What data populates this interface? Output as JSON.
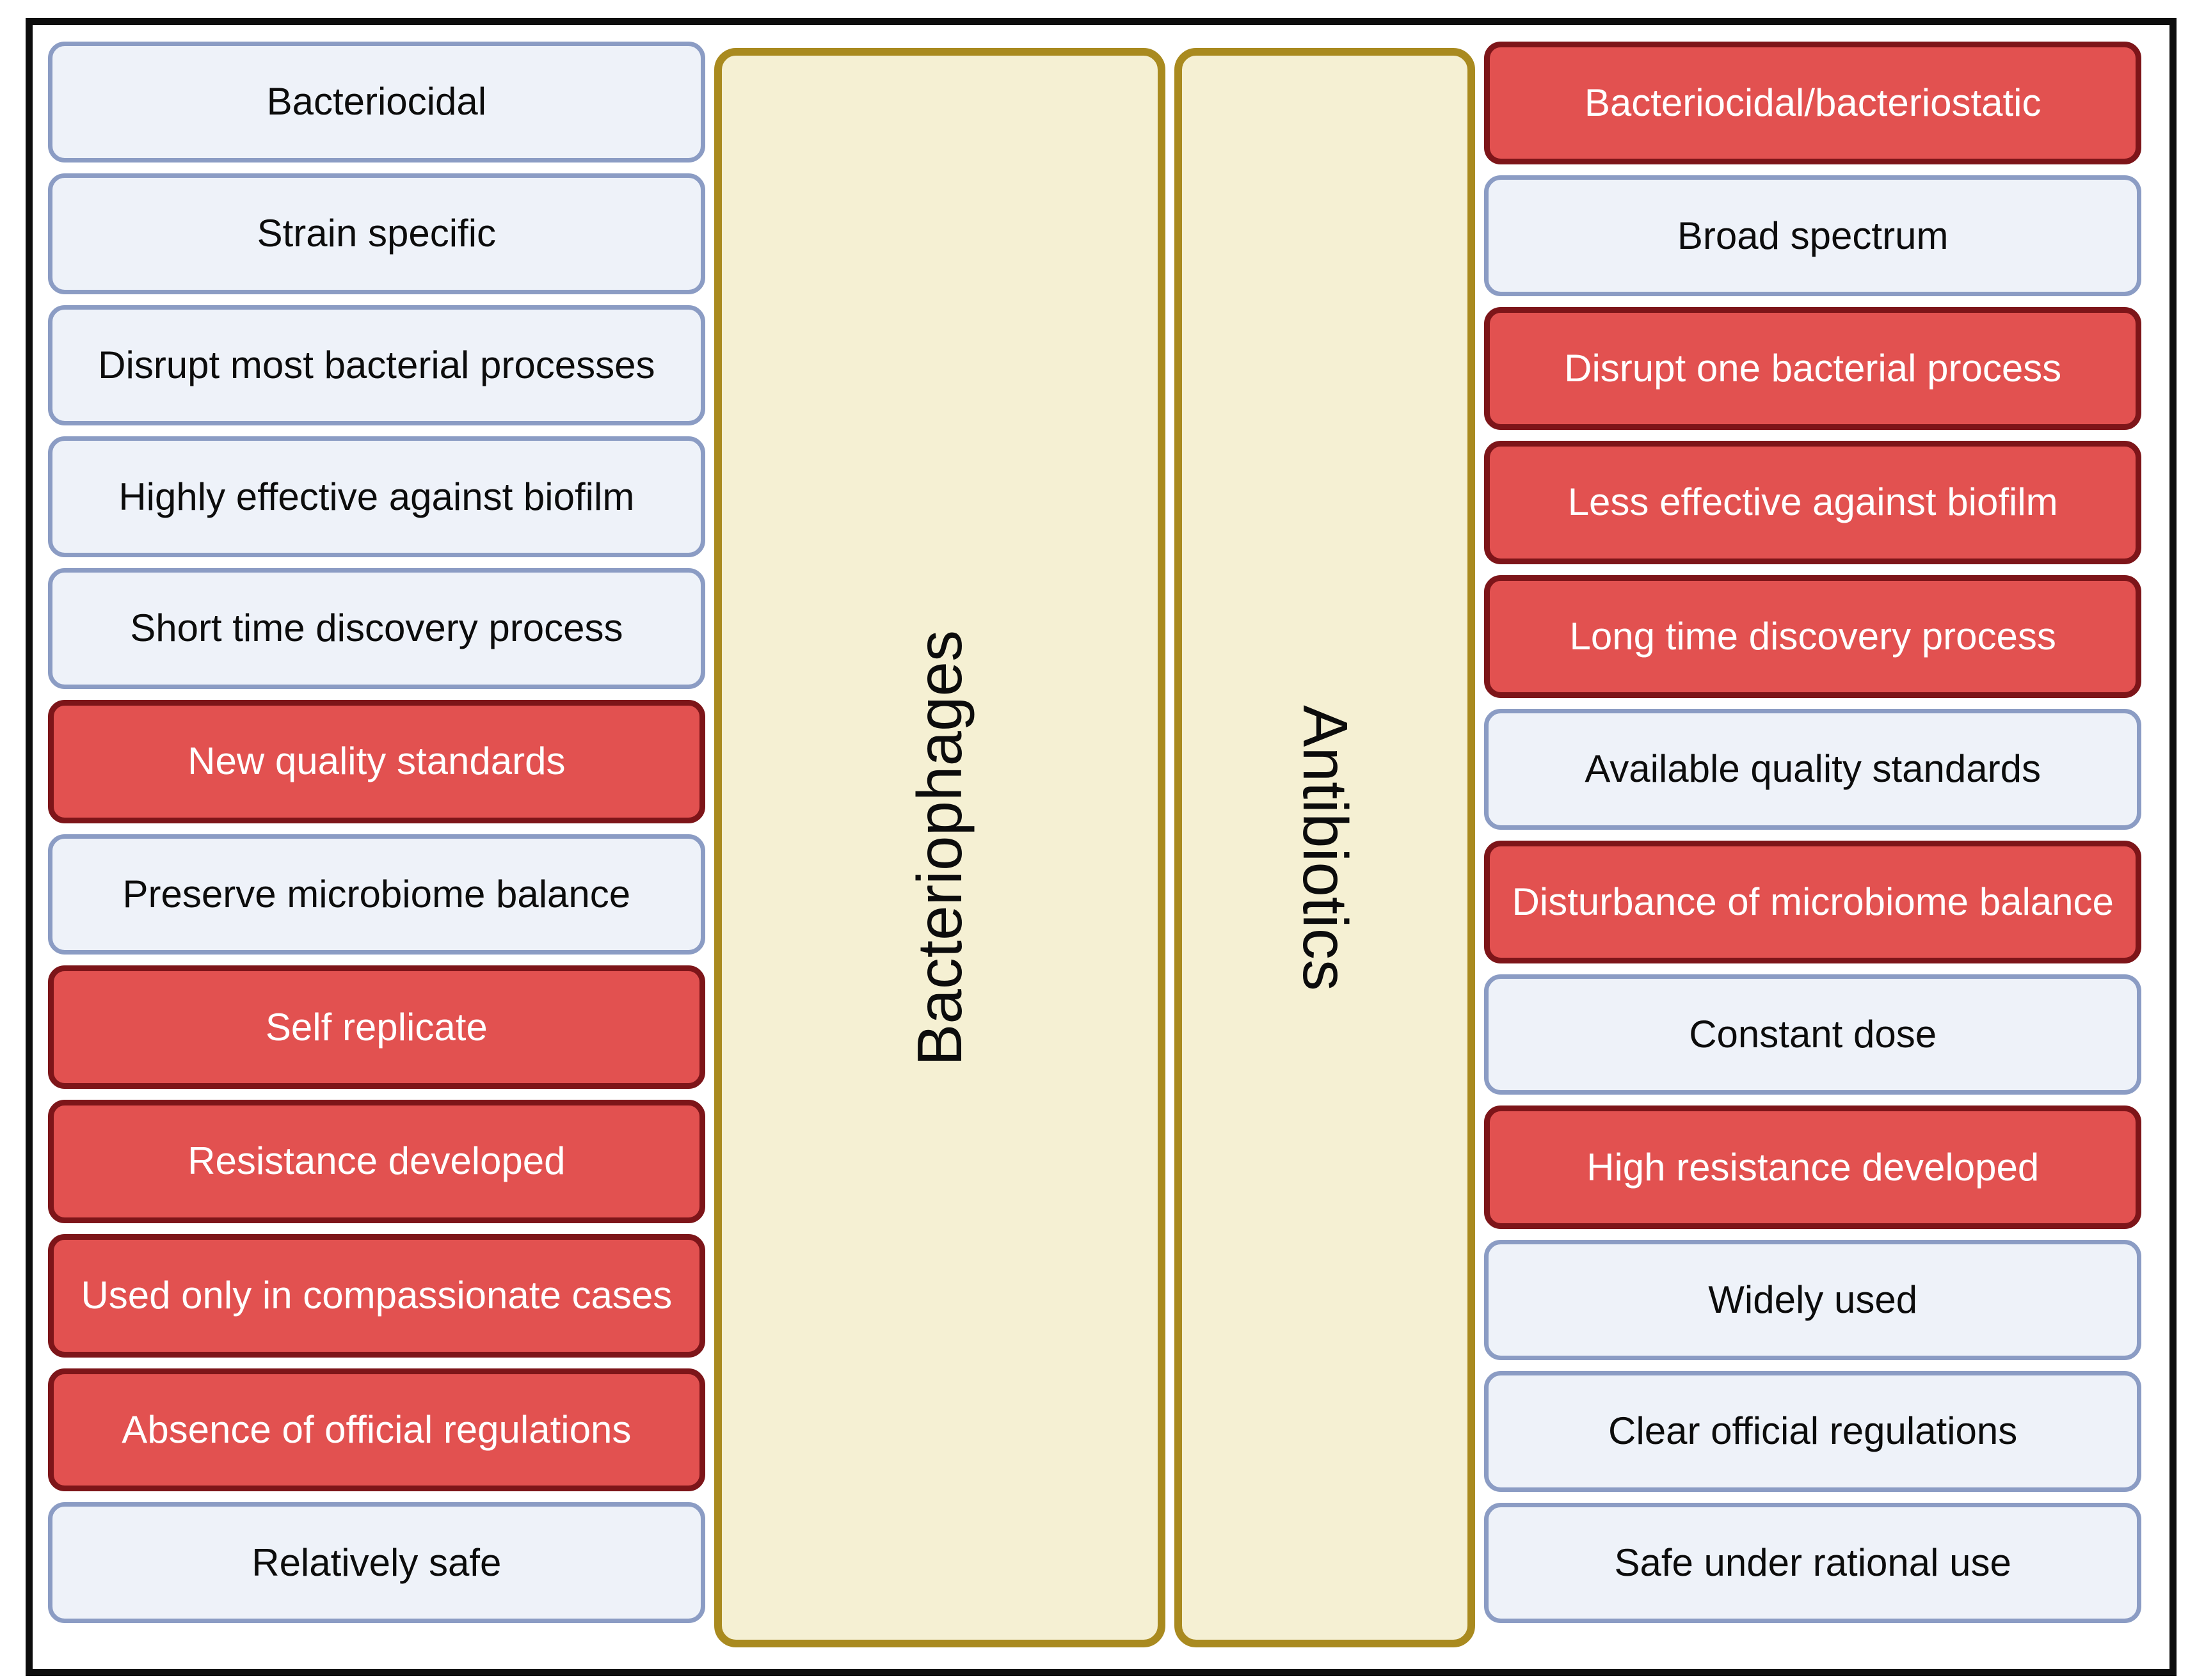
{
  "figure": {
    "left_column_title": "Bacteriophages",
    "right_column_title": "Antibiotics"
  },
  "colors": {
    "advantage_fill": "#eef2f9",
    "advantage_border": "#8b9cc4",
    "disadvantage_fill": "#e25150",
    "disadvantage_border": "#7d1519",
    "header_fill": "#f5f0d3",
    "header_border": "#a98a1f",
    "frame_border": "#0d0d0d",
    "text_dark": "#0c0c0c",
    "text_light": "#ffffff"
  },
  "rows": [
    {
      "left": {
        "text": "Bacteriocidal",
        "variant": "neutral"
      },
      "right": {
        "text": "Bacteriocidal/bacteriostatic",
        "variant": "negative"
      }
    },
    {
      "left": {
        "text": "Strain specific",
        "variant": "neutral"
      },
      "right": {
        "text": "Broad spectrum",
        "variant": "neutral"
      }
    },
    {
      "left": {
        "text": "Disrupt most bacterial processes",
        "variant": "neutral"
      },
      "right": {
        "text": "Disrupt one bacterial process",
        "variant": "negative"
      }
    },
    {
      "left": {
        "text": "Highly effective against biofilm",
        "variant": "neutral"
      },
      "right": {
        "text": "Less effective against biofilm",
        "variant": "negative"
      }
    },
    {
      "left": {
        "text": "Short time discovery process",
        "variant": "neutral"
      },
      "right": {
        "text": "Long time discovery process",
        "variant": "negative"
      }
    },
    {
      "left": {
        "text": "New quality standards",
        "variant": "negative"
      },
      "right": {
        "text": "Available quality standards",
        "variant": "neutral"
      }
    },
    {
      "left": {
        "text": "Preserve microbiome balance",
        "variant": "neutral"
      },
      "right": {
        "text": "Disturbance of microbiome balance",
        "variant": "negative"
      }
    },
    {
      "left": {
        "text": "Self replicate",
        "variant": "negative"
      },
      "right": {
        "text": "Constant dose",
        "variant": "neutral"
      }
    },
    {
      "left": {
        "text": "Resistance developed",
        "variant": "negative"
      },
      "right": {
        "text": "High resistance developed",
        "variant": "negative"
      }
    },
    {
      "left": {
        "text": "Used only in compassionate cases",
        "variant": "negative"
      },
      "right": {
        "text": "Widely used",
        "variant": "neutral"
      }
    },
    {
      "left": {
        "text": "Absence of official regulations",
        "variant": "negative"
      },
      "right": {
        "text": "Clear official regulations",
        "variant": "neutral"
      }
    },
    {
      "left": {
        "text": "Relatively safe",
        "variant": "neutral"
      },
      "right": {
        "text": "Safe under rational use",
        "variant": "neutral"
      }
    }
  ]
}
